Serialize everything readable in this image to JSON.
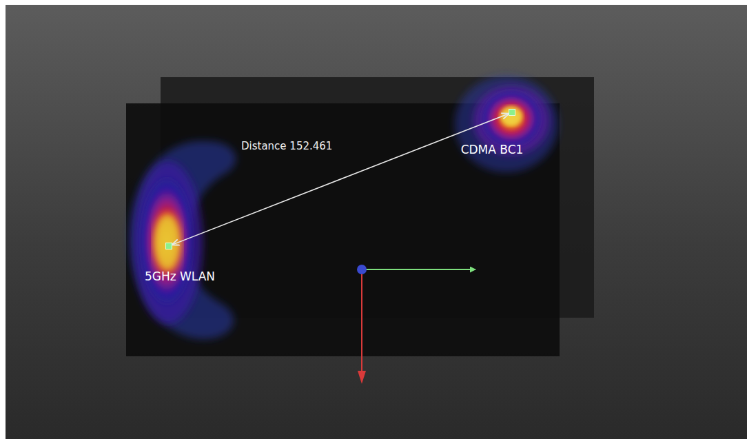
{
  "diagram": {
    "nodes": [
      {
        "text": [
          "CDMA BC1"
        ]
      },
      {
        "text": [
          "5GHz WLAN"
        ]
      }
    ],
    "edges": [
      {
        "from": 0,
        "to": 1,
        "arrow": "both",
        "label": "Distance 152.461"
      }
    ]
  }
}
